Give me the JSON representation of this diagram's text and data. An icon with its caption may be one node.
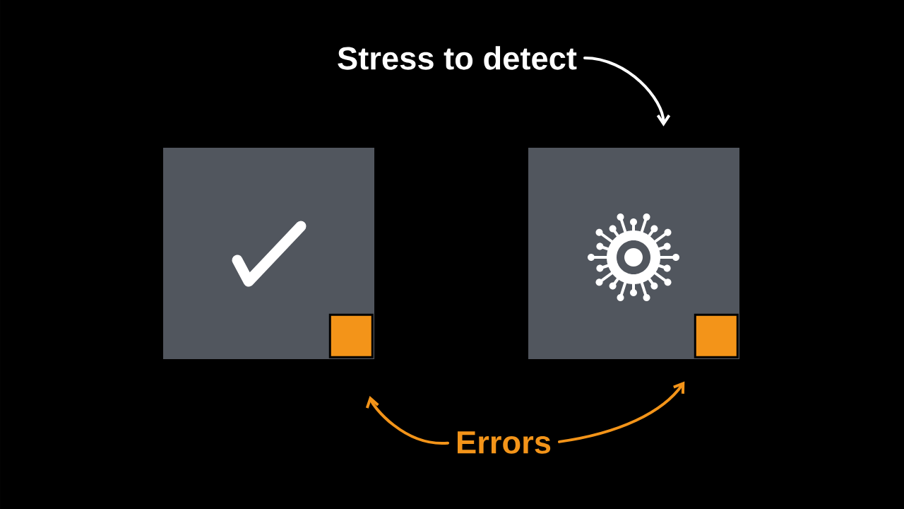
{
  "diagram": {
    "nodes": [
      {
        "text": [
          "Stress to detect"
        ]
      },
      {
        "text": [],
        "shape": "box"
      },
      {
        "text": [],
        "shape": "box",
        "in": 1
      },
      {
        "text": [],
        "shape": "box"
      },
      {
        "text": [],
        "shape": "box",
        "in": 3
      },
      {
        "text": [
          "Errors"
        ]
      }
    ],
    "edges": [
      {
        "from": 0,
        "to": 3,
        "arrow": "to",
        "color": "#ffffff"
      },
      {
        "from": 5,
        "to": 2,
        "arrow": "to",
        "color": "#f39419"
      },
      {
        "from": 5,
        "to": 4,
        "arrow": "to",
        "color": "#f39419"
      }
    ]
  }
}
